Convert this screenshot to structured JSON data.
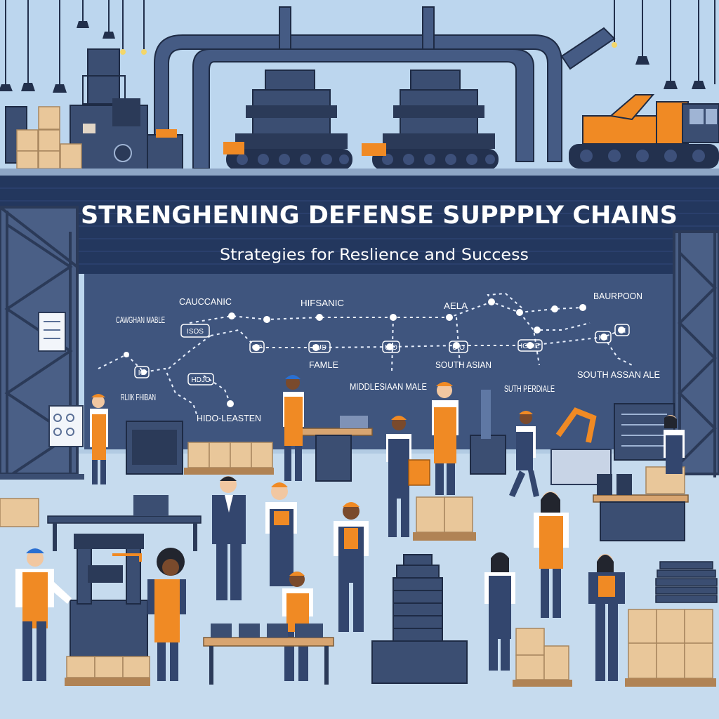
{
  "banner": {
    "title": "STRENGHENING DEFENSE SUPPPLY CHAINS",
    "subtitle": "Strategies for Reslience and Success"
  },
  "board": {
    "labels": [
      "CAWGHAN MABLE",
      "CAUCCANIC",
      "HIFSANIC",
      "AELA",
      "BAURPOON",
      "FAMLE",
      "SOUTH ASIAN",
      "SOUTH ASSAN ALE",
      "MIDDLESIAAN MALE",
      "SUTH PERDIALE",
      "RLIIK FHIBAN",
      "HIDO-LEASTEN"
    ],
    "node_labels": [
      "ISOS",
      "OP",
      "IIUD",
      "UIO",
      "UIO",
      "ICOIE",
      "IOI",
      "HDJO",
      "IO",
      "OI"
    ]
  },
  "colors": {
    "sky": "#bcd6ee",
    "floor": "#c9dcee",
    "banner": "#23375e",
    "board": "#3f557e",
    "machine": "#3b4e72",
    "machine_dark": "#2b3a58",
    "pipe": "#455b84",
    "orange": "#f08a24",
    "crate": "#e9c79a",
    "skin_light": "#f1c7a1",
    "skin_dark": "#7a4a2c",
    "navy": "#33466e"
  }
}
